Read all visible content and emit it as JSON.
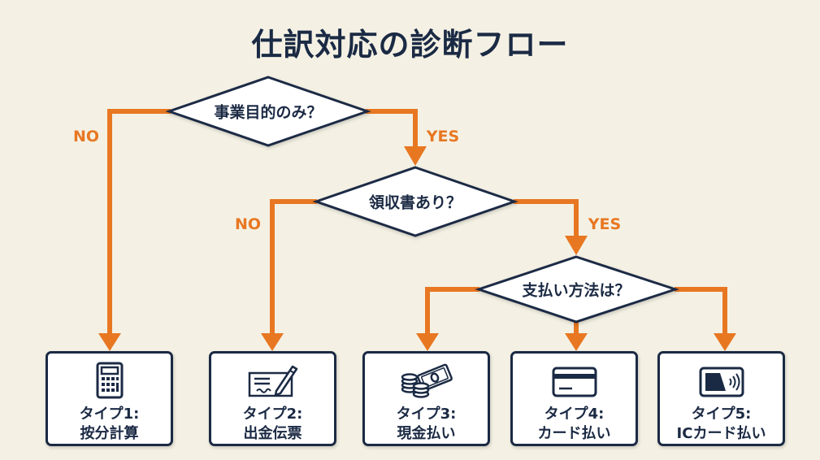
{
  "title": "仕訳対応の診断フロー",
  "colors": {
    "background": "#F4F1E4",
    "navy": "#1B2A44",
    "orange": "#E87722",
    "box_fill": "#FFFFFF"
  },
  "decisions": [
    {
      "id": "d1",
      "label": "事業目的のみ？"
    },
    {
      "id": "d2",
      "label": "領収書あり？"
    },
    {
      "id": "d3",
      "label": "支払い方法は？"
    }
  ],
  "branches": [
    {
      "from": "d1",
      "label": "NO",
      "to": "type1"
    },
    {
      "from": "d1",
      "label": "YES",
      "to": "d2"
    },
    {
      "from": "d2",
      "label": "NO",
      "to": "type2"
    },
    {
      "from": "d2",
      "label": "YES",
      "to": "d3"
    },
    {
      "from": "d3",
      "label": "",
      "to": "type3"
    },
    {
      "from": "d3",
      "label": "",
      "to": "type4"
    },
    {
      "from": "d3",
      "label": "",
      "to": "type5"
    }
  ],
  "results": [
    {
      "id": "type1",
      "line1": "タイプ1:",
      "line2": "按分計算",
      "icon": "calculator-icon"
    },
    {
      "id": "type2",
      "line1": "タイプ2:",
      "line2": "出金伝票",
      "icon": "voucher-signature-icon"
    },
    {
      "id": "type3",
      "line1": "タイプ3:",
      "line2": "現金払い",
      "icon": "cash-coins-icon"
    },
    {
      "id": "type4",
      "line1": "タイプ4:",
      "line2": "カード払い",
      "icon": "credit-card-icon"
    },
    {
      "id": "type5",
      "line1": "タイプ5:",
      "line2": "ICカード払い",
      "icon": "contactless-card-icon"
    }
  ]
}
